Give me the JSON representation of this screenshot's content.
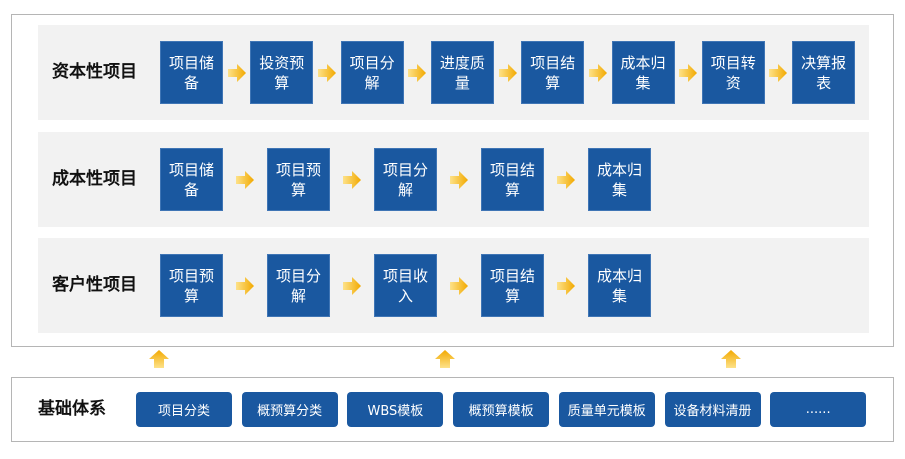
{
  "rows": [
    {
      "label": "资本性项目",
      "steps": [
        "项目储备",
        "投资预算",
        "项目分解",
        "进度质量",
        "项目结算",
        "成本归集",
        "项目转资",
        "决算报表"
      ]
    },
    {
      "label": "成本性项目",
      "steps": [
        "项目储备",
        "项目预算",
        "项目分解",
        "项目结算",
        "成本归集"
      ]
    },
    {
      "label": "客户性项目",
      "steps": [
        "项目预算",
        "项目分解",
        "项目收入",
        "项目结算",
        "成本归集"
      ]
    }
  ],
  "base": {
    "label": "基础体系",
    "items": [
      "项目分类",
      "概预算分类",
      "WBS模板",
      "概预算模板",
      "质量单元模板",
      "设备材料清册",
      "......"
    ]
  },
  "colors": {
    "box": "#1a58a0",
    "arrow": "#f5b400",
    "row_bg": "#f2f2f2"
  }
}
